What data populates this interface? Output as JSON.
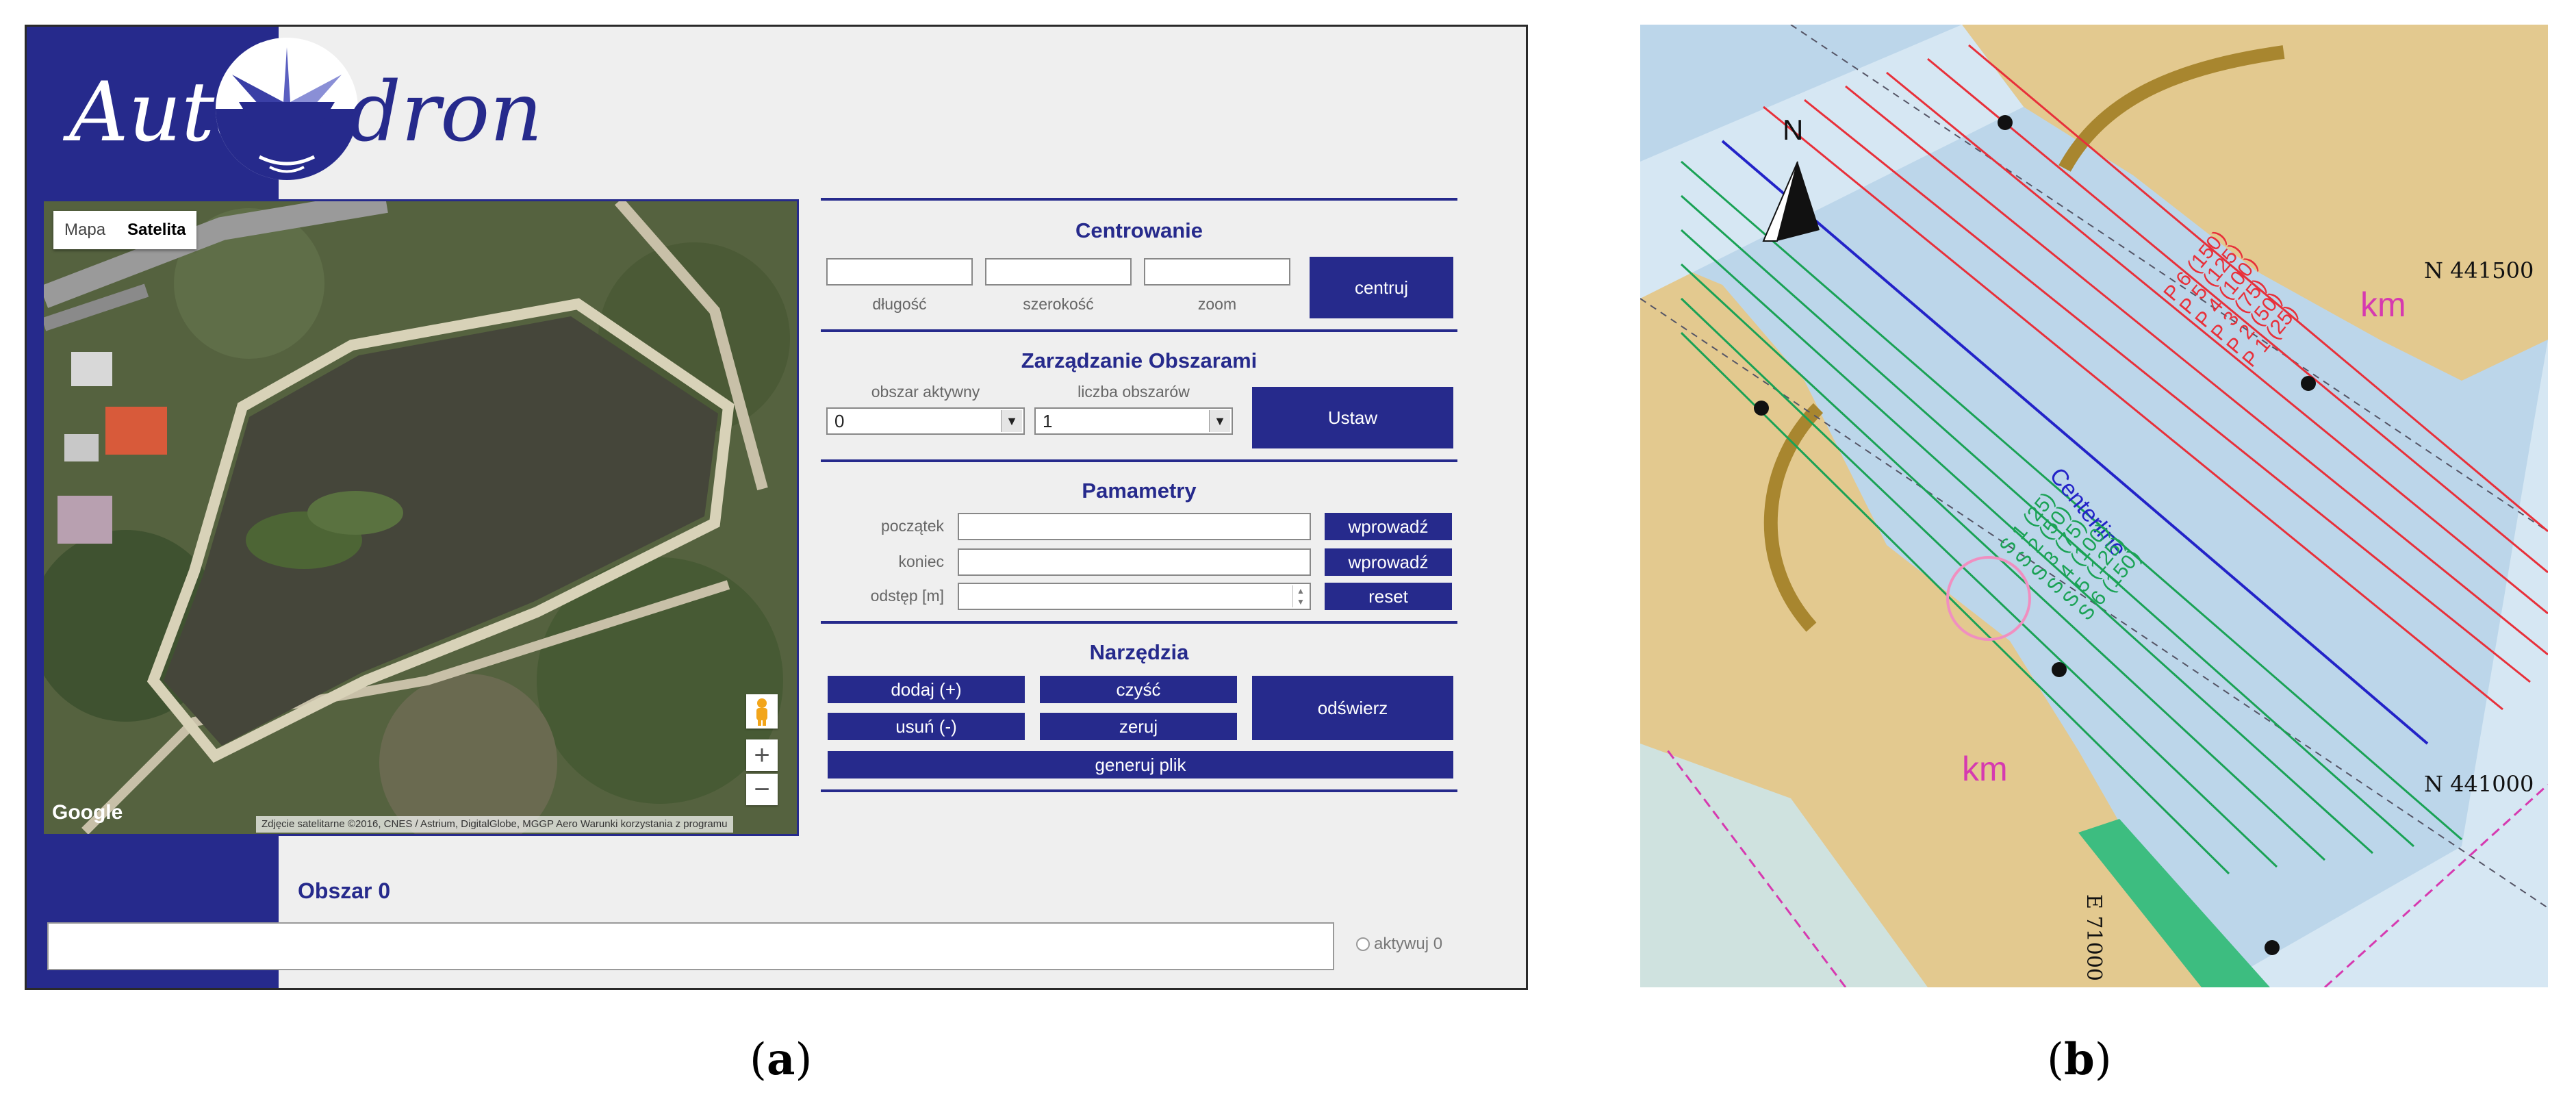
{
  "panel_a": {
    "logo": {
      "text_left": "Auto",
      "text_right": "dron"
    },
    "map": {
      "type_buttons": [
        "Mapa",
        "Satelita"
      ],
      "active_type": "Satelita",
      "zoom_in": "+",
      "zoom_out": "−",
      "google": "Google",
      "attribution": "Zdjęcie satelitarne ©2016, CNES / Astrium, DigitalGlobe, MGGP Aero   Warunki korzystania z programu"
    },
    "centrowanie": {
      "title": "Centrowanie",
      "labels": [
        "długość",
        "szerokość",
        "zoom"
      ],
      "button": "centruj"
    },
    "zarzadzanie": {
      "title": "Zarządzanie Obszarami",
      "label_active": "obszar aktywny",
      "label_count": "liczba obszarów",
      "value_active": "0",
      "value_count": "1",
      "button": "Ustaw"
    },
    "parametry": {
      "title": "Pamametry",
      "rows": [
        {
          "label": "początek",
          "button": "wprowadź"
        },
        {
          "label": "koniec",
          "button": "wprowadź"
        },
        {
          "label": "odstęp [m]",
          "button": "reset"
        }
      ]
    },
    "narzedzia": {
      "title": "Narzędzia",
      "buttons": {
        "add": "dodaj (+)",
        "clear": "czyść",
        "remove": "usuń (-)",
        "reset_zero": "zeruj",
        "refresh": "odświerz",
        "generate": "generuj plik"
      }
    },
    "obszar": {
      "title": "Obszar 0",
      "activate_label": "aktywuj 0"
    }
  },
  "panel_b": {
    "north": "N",
    "coord_top": "N 441500",
    "coord_bottom": "N 441000",
    "coord_vertical": "E 71000",
    "km_label": "km",
    "centerline": "Centerline",
    "port_lines": [
      "P 6 (150)",
      "P 5 (125)",
      "P 4 (100)",
      "P 3 (75)",
      "P 2 (50)",
      "P 1 (25)"
    ],
    "starboard_lines": [
      "S 1 (25)",
      "S 2 (50)",
      "S 3 (75)",
      "S 4 (100)",
      "S 5 (125)",
      "S 6 (150)"
    ],
    "colors": {
      "port": "#e8303a",
      "starboard": "#1aa255",
      "centerline": "#2323c8",
      "land": "#e3c98f",
      "water": "#bcd6ea"
    }
  },
  "captions": {
    "a": "a",
    "b": "b"
  }
}
